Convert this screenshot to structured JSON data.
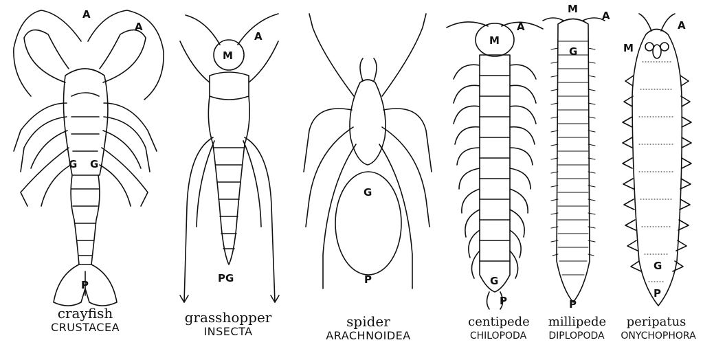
{
  "figure": {
    "parts": {
      "antenna": "A",
      "mouthparts": "M",
      "gonopore": "G",
      "anus": "P",
      "anus_gonopore": "PG"
    },
    "animals": [
      {
        "key": "crayfish",
        "common": "crayfish",
        "taxon": "CRUSTACEA"
      },
      {
        "key": "grasshopper",
        "common": "grasshopper",
        "taxon": "INSECTA"
      },
      {
        "key": "spider",
        "common": "spider",
        "taxon": "ARACHNOIDEA"
      },
      {
        "key": "centipede",
        "common": "centipede",
        "taxon": "CHILOPODA"
      },
      {
        "key": "millipede",
        "common": "millipede",
        "taxon": "DIPLOPODA"
      },
      {
        "key": "peripatus",
        "common": "peripatus",
        "taxon": "ONYCHOPHORA"
      }
    ]
  }
}
